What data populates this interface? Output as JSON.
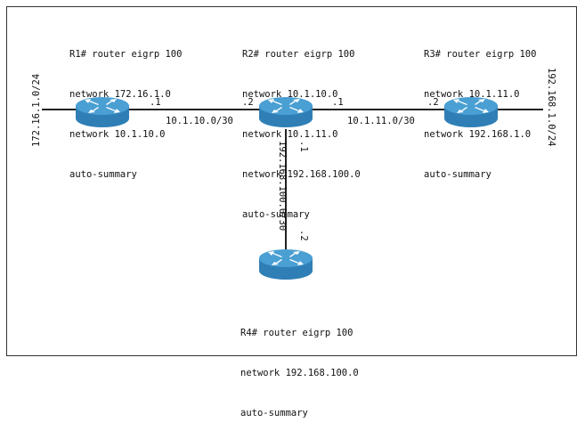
{
  "routers": [
    {
      "id": "R1",
      "config": [
        "R1# router eigrp 100",
        "network 172.16.1.0",
        "network 10.1.10.0",
        "auto-summary"
      ]
    },
    {
      "id": "R2",
      "config": [
        "R2# router eigrp 100",
        "network 10.1.10.0",
        "network 10.1.11.0",
        "network 192.168.100.0",
        "auto-summary"
      ]
    },
    {
      "id": "R3",
      "config": [
        "R3# router eigrp 100",
        "network 10.1.11.0",
        "network 192.168.1.0",
        "auto-summary"
      ]
    },
    {
      "id": "R4",
      "config": [
        "R4# router eigrp 100",
        "network 192.168.100.0",
        "auto-summary"
      ]
    }
  ],
  "links": {
    "r1_lan": "172.16.1.0/24",
    "r3_lan": "192.168.1.0/24",
    "r1_r2": {
      "subnet": "10.1.10.0/30",
      "r1_if": ".1",
      "r2_if": ".2"
    },
    "r2_r3": {
      "subnet": "10.1.11.0/30",
      "r2_if": ".1",
      "r3_if": ".2"
    },
    "r2_r4": {
      "subnet": "192.168.100.0/30",
      "r2_if": ".1",
      "r4_if": ".2"
    }
  },
  "colors": {
    "router_top": "#4a9fd3",
    "router_side": "#2f7fb6",
    "link": "#222222"
  }
}
